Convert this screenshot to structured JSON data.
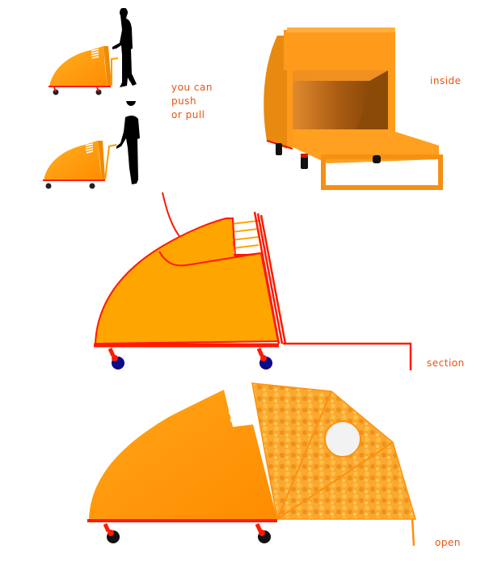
{
  "labels": {
    "push_pull_line1": "you can",
    "push_pull_line2": "push",
    "push_pull_line3": "or pull",
    "inside": "inside",
    "section": "section",
    "open": "open"
  },
  "colors": {
    "label_text": "#e8540e",
    "body_orange": "#ff9a00",
    "section_fill": "#ffa500",
    "frame_red": "#ff1a00",
    "wheel_blue": "#0a0a8a",
    "silhouette": "#000000"
  },
  "figures": [
    {
      "name": "cart-pushed-by-man",
      "caption_ref": "push_pull"
    },
    {
      "name": "cart-pulled-by-woman",
      "caption_ref": "push_pull"
    },
    {
      "name": "cart-inside-view",
      "caption_ref": "inside"
    },
    {
      "name": "cart-section-view",
      "caption_ref": "section"
    },
    {
      "name": "cart-open-view",
      "caption_ref": "open"
    }
  ]
}
